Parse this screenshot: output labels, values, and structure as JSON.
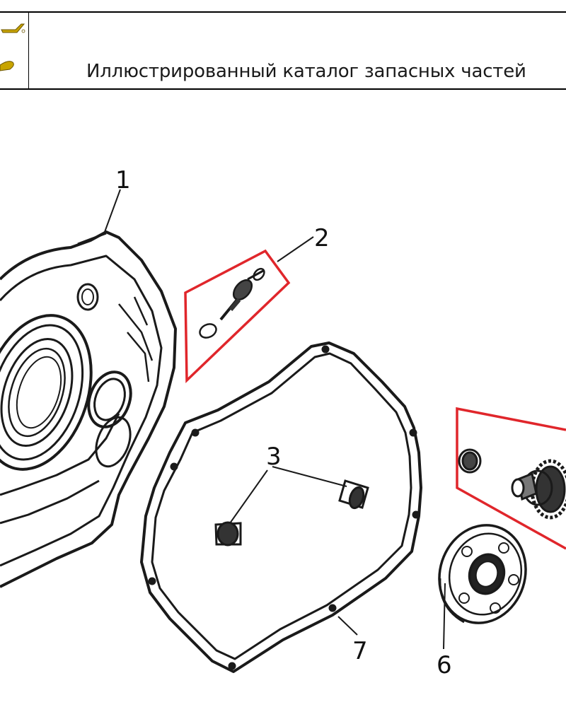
{
  "header": {
    "title": "Иллюстрированный каталог запасных частей"
  },
  "colors": {
    "highlight": "#e0262b",
    "line": "#1a1a1a",
    "logo": "#c8a400"
  },
  "callouts": [
    {
      "id": "part-1",
      "label": "1"
    },
    {
      "id": "part-2",
      "label": "2"
    },
    {
      "id": "part-3",
      "label": "3"
    },
    {
      "id": "part-6",
      "label": "6"
    },
    {
      "id": "part-7",
      "label": "7"
    }
  ]
}
